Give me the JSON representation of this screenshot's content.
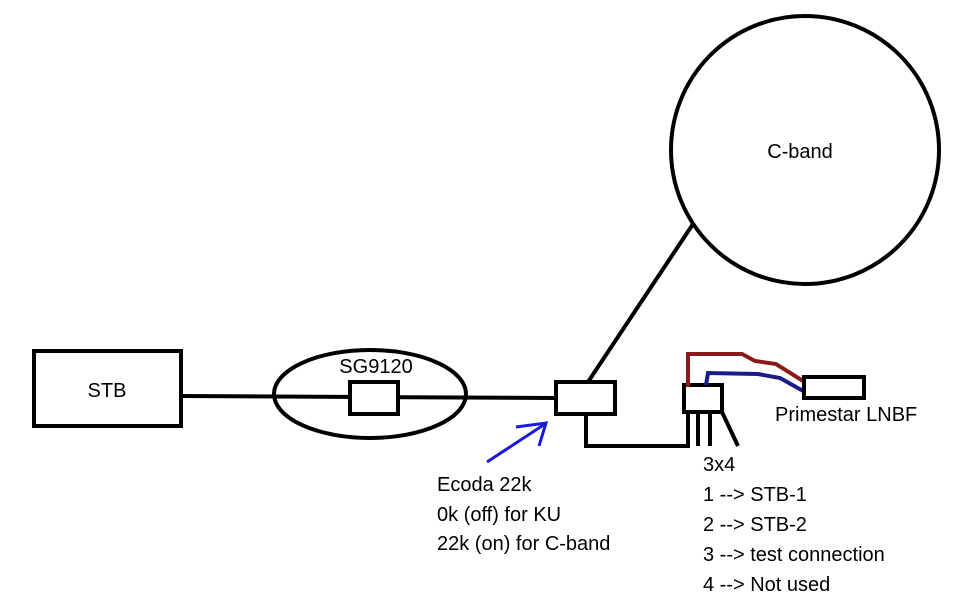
{
  "nodes": {
    "stb": "STB",
    "switch": "SG9120",
    "dish": "C-band",
    "lnbf": "Primestar LNBF",
    "multiswitch": "3x4"
  },
  "ecoda": {
    "title": "Ecoda 22k",
    "line1": "0k (off) for KU",
    "line2": "22k (on) for C-band"
  },
  "ports": [
    "1 --> STB-1",
    "2 --> STB-2",
    "3 --> test connection",
    "4 --> Not used"
  ],
  "colors": {
    "line": "#000000",
    "arrow": "#1a1adc",
    "red_wire": "#8b1a1a",
    "blue_wire": "#1a1a8b"
  }
}
